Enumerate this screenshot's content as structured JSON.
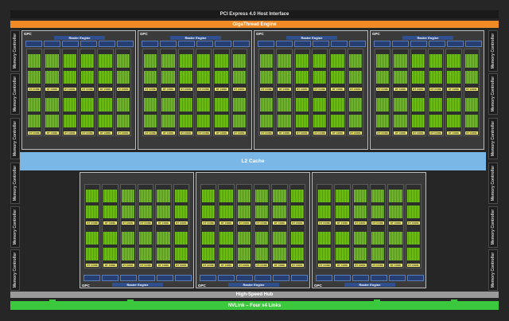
{
  "bars": {
    "pcie": "PCI Express 4.0 Host Interface",
    "gigathread": "GigaThread Engine",
    "l2": "L2 Cache",
    "hub": "High-Speed Hub",
    "nvlink": "NVLink – Four x4 Links"
  },
  "memory_controller_label": "Memory Controller",
  "gpc_label": "GPC",
  "raster_label": "Raster Engine",
  "rt_label": "RT CORE",
  "colors": {
    "background": "#262626",
    "gigathread": "#f08a24",
    "l2": "#7ab7e6",
    "nvlink": "#3cc83c",
    "cuda_cores": "#7ccb1e",
    "rt_core": "#e9e46a",
    "raster": "#2f4f8f"
  },
  "gpcs_top_count": 4,
  "gpcs_bottom_count": 3
}
